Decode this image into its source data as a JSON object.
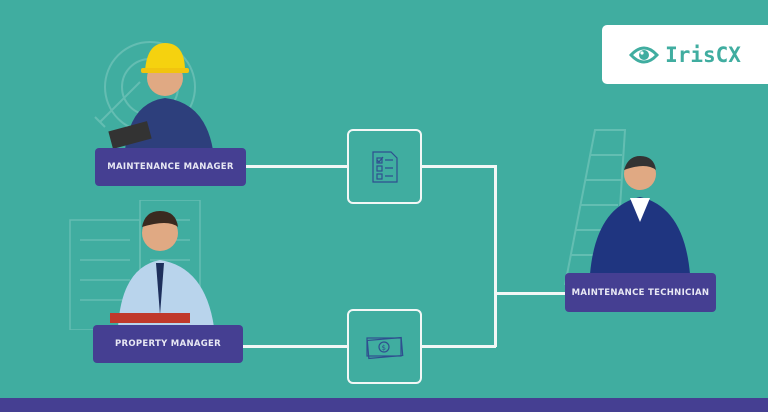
{
  "logo": {
    "text": "IrisCX"
  },
  "nodes": {
    "maintenance_manager": "MAINTENANCE MANAGER",
    "property_manager": "PROPERTY MANAGER",
    "maintenance_technician": "MAINTENANCE TECHNICIAN"
  },
  "icons": {
    "top": "checklist-icon",
    "bottom": "money-icon"
  },
  "colors": {
    "background": "#40ada0",
    "label": "#453f92",
    "line": "#f2f7f6"
  }
}
